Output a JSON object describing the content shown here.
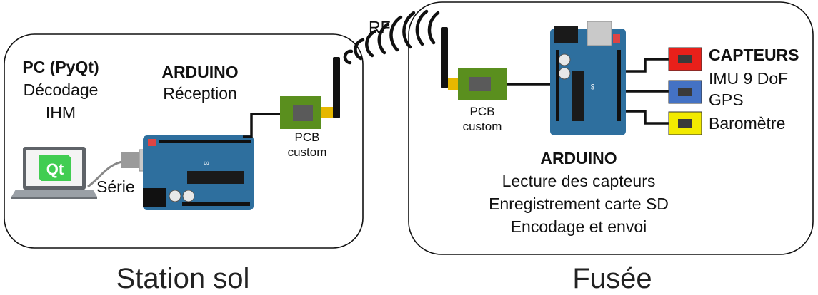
{
  "ground": {
    "title": "Station sol",
    "pc": {
      "title": "PC (PyQt)",
      "line1": "Décodage",
      "line2": "IHM"
    },
    "arduino": {
      "title": "ARDUINO",
      "role": "Réception"
    },
    "pcb": {
      "line1": "PCB",
      "line2": "custom"
    },
    "link_label": "Série",
    "qt_logo": "Qt"
  },
  "rf_label": "RF",
  "rocket": {
    "title": "Fusée",
    "pcb": {
      "line1": "PCB",
      "line2": "custom"
    },
    "arduino": {
      "title": "ARDUINO",
      "lines": [
        "Lecture des capteurs",
        "Enregistrement carte SD",
        "Encodage et envoi"
      ]
    },
    "sensors": {
      "title": "CAPTEURS",
      "items": [
        {
          "label": "IMU 9 DoF",
          "color": "#e8201a"
        },
        {
          "label": "GPS",
          "color": "#4472c4"
        },
        {
          "label": "Baromètre",
          "color": "#f2ea00"
        }
      ]
    }
  },
  "colors": {
    "arduino_board": "#2e6f9e",
    "pcb_green": "#5a8f1e",
    "antenna_gold": "#e6b800",
    "qt_green": "#41cd52"
  }
}
